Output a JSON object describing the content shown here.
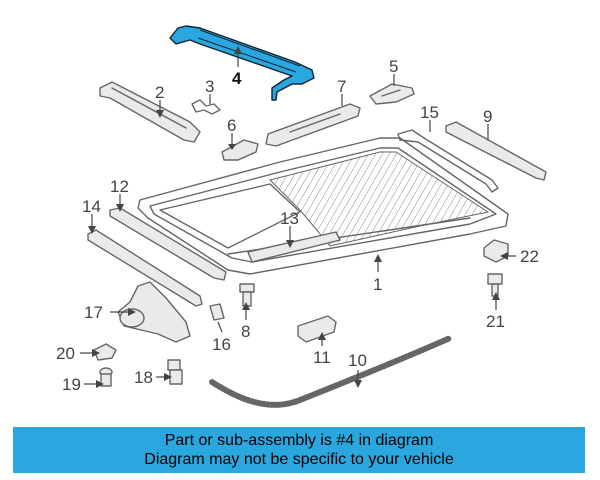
{
  "diagram": {
    "callouts": {
      "p1": "1",
      "p2": "2",
      "p3": "3",
      "p4": "4",
      "p5": "5",
      "p6": "6",
      "p7": "7",
      "p8": "8",
      "p9": "9",
      "p10": "10",
      "p11": "11",
      "p12": "12",
      "p13": "13",
      "p14": "14",
      "p15": "15",
      "p16": "16",
      "p17": "17",
      "p18": "18",
      "p19": "19",
      "p20": "20",
      "p21": "21",
      "p22": "22"
    },
    "highlight_color": "#2aa7df"
  },
  "banner": {
    "line1": "Part or sub-assembly is #4 in diagram",
    "line2": "Diagram may not be specific to your vehicle",
    "background": "#2aa7df"
  }
}
